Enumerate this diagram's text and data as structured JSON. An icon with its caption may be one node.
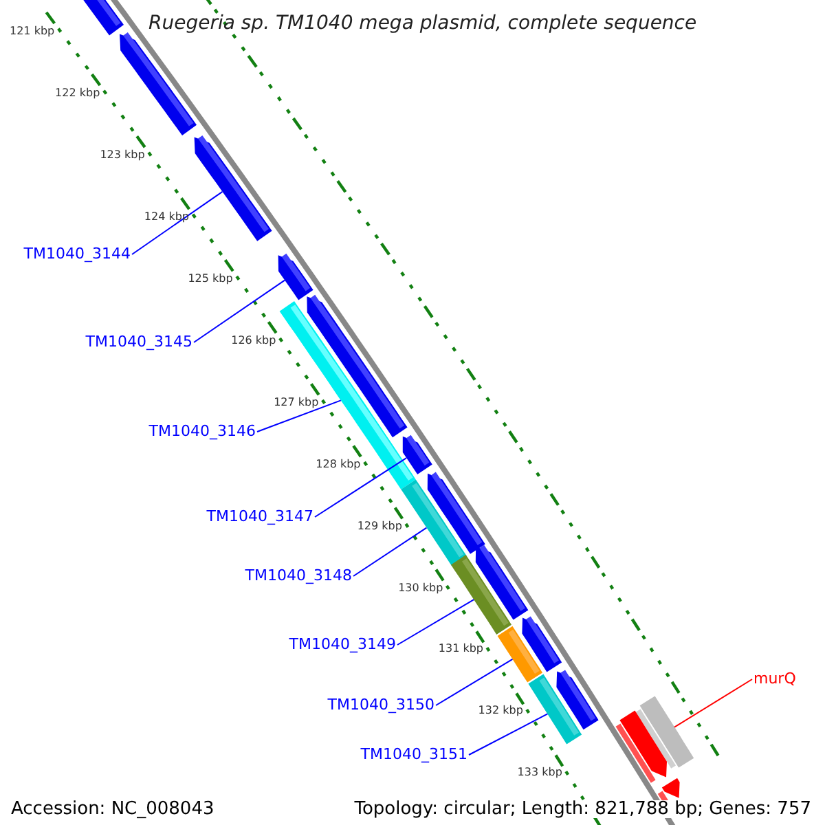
{
  "diagram": {
    "title": "Ruegeria sp. TM1040 mega plasmid, complete sequence",
    "nodes": [
      {
        "text": [
          "TM1040_3144"
        ]
      },
      {
        "text": [
          "TM1040_3145"
        ]
      },
      {
        "text": [
          "TM1040_3146"
        ]
      },
      {
        "text": [
          "TM1040_3147"
        ]
      },
      {
        "text": [
          "TM1040_3148"
        ]
      },
      {
        "text": [
          "TM1040_3149"
        ]
      },
      {
        "text": [
          "TM1040_3150"
        ]
      },
      {
        "text": [
          "TM1040_3151"
        ]
      },
      {
        "text": [
          "murQ"
        ]
      },
      {
        "text": [],
        "shape": "bar"
      },
      {
        "text": [],
        "shape": "bar"
      },
      {
        "text": [],
        "shape": "bar"
      },
      {
        "text": [],
        "shape": "bar"
      },
      {
        "text": [],
        "shape": "bar"
      },
      {
        "text": [],
        "shape": "bar"
      },
      {
        "text": [],
        "shape": "bar"
      },
      {
        "text": [],
        "shape": "bar"
      },
      {
        "text": [],
        "shape": "bar"
      },
      {
        "text": [],
        "shape": "bar"
      },
      {
        "text": [],
        "shape": "bar"
      },
      {
        "text": [],
        "shape": "bar"
      },
      {
        "text": [],
        "shape": "bar"
      },
      {
        "text": [],
        "shape": "bar"
      },
      {
        "text": [],
        "shape": "bar"
      },
      {
        "text": [],
        "shape": "bar"
      },
      {
        "text": [],
        "shape": "bar"
      },
      {
        "text": [],
        "shape": "bar"
      }
    ],
    "edges": [
      {
        "from": 0,
        "to": 11,
        "arrow": "none"
      },
      {
        "from": 1,
        "to": 12,
        "arrow": "none"
      },
      {
        "from": 2,
        "to": 13,
        "arrow": "none"
      },
      {
        "from": 3,
        "to": 15,
        "arrow": "none"
      },
      {
        "from": 4,
        "to": 16,
        "arrow": "none"
      },
      {
        "from": 5,
        "to": 18,
        "arrow": "none"
      },
      {
        "from": 6,
        "to": 20,
        "arrow": "none"
      },
      {
        "from": 7,
        "to": 22,
        "arrow": "none"
      },
      {
        "from": 8,
        "to": 24,
        "arrow": "none",
        "color": "#ff0000"
      }
    ],
    "labels": [
      "121 kbp",
      "122 kbp",
      "123 kbp",
      "124 kbp",
      "125 kbp",
      "126 kbp",
      "127 kbp",
      "128 kbp",
      "129 kbp",
      "130 kbp",
      "131 kbp",
      "132 kbp",
      "133 kbp",
      "Accession: NC_008043",
      "Topology: circular; Length: 821,788 bp; Genes: 757"
    ]
  }
}
